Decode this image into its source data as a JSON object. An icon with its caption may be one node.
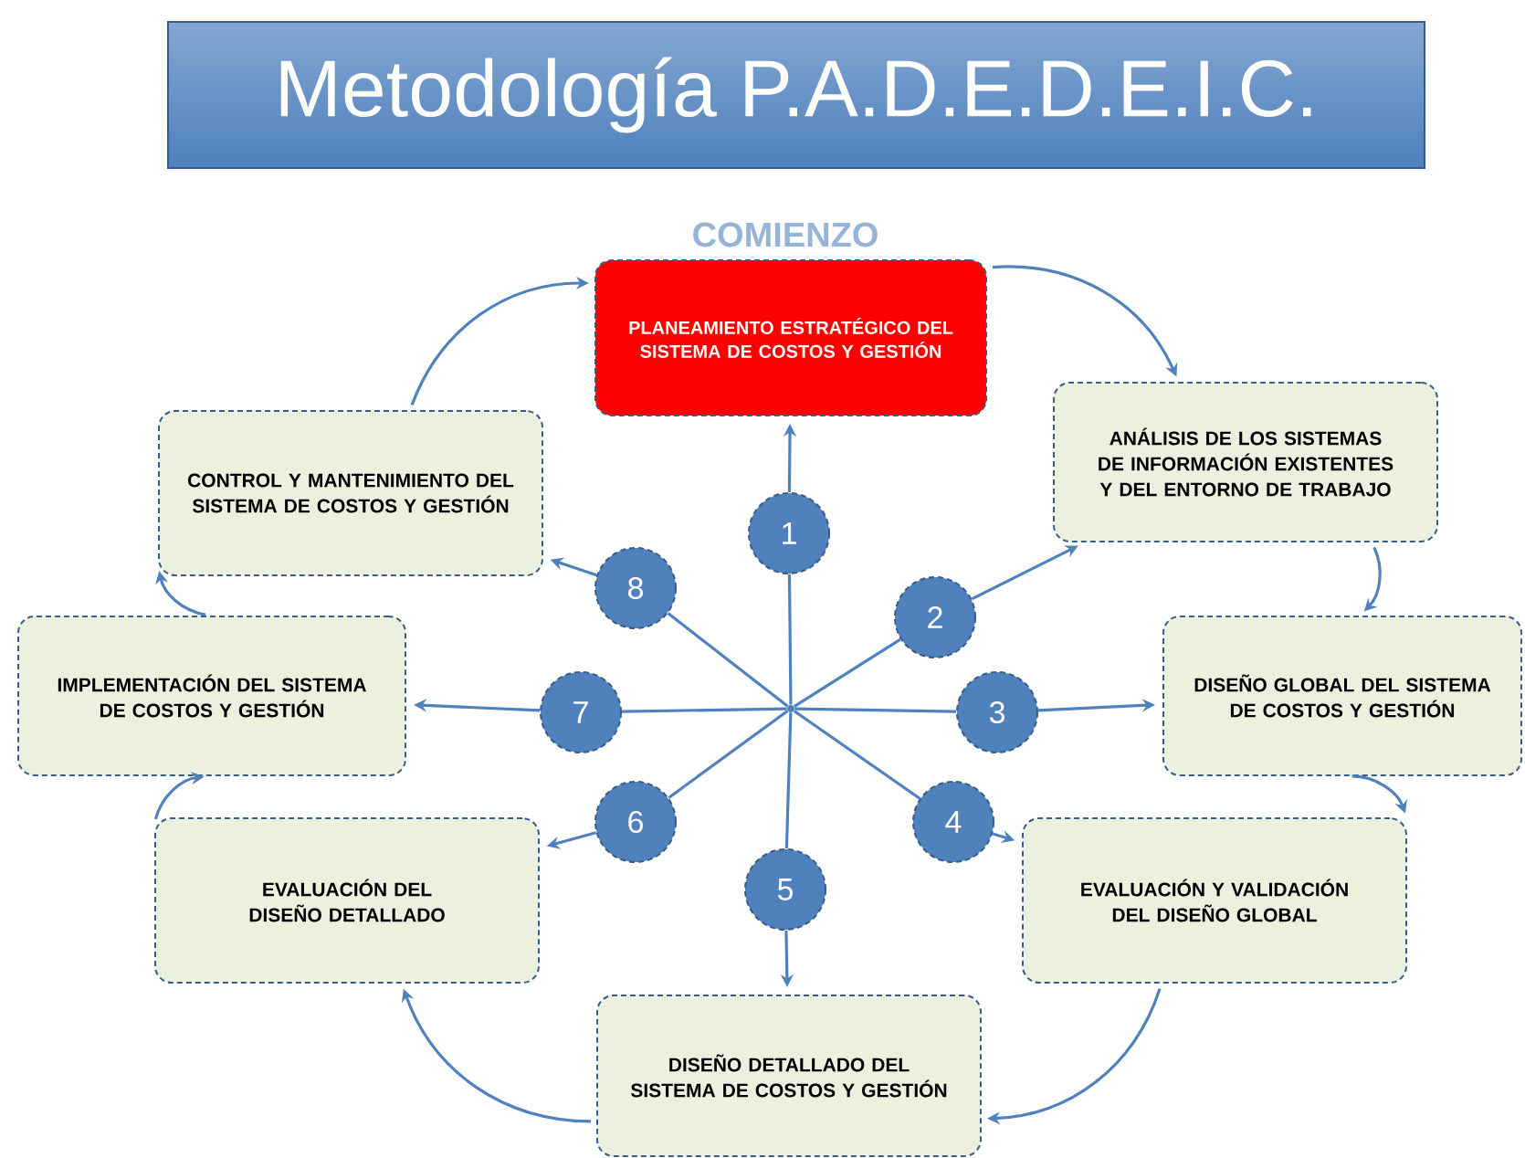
{
  "diagram": {
    "title": "Metodología P.A.D.E.D.E.I.C.",
    "nodes": [
      {
        "text": [
          "PLANEAMIENTO ESTRATÉGICO DEL SISTEMA DE COSTOS Y GESTIÓN"
        ],
        "beside": [
          "COMIENZO"
        ]
      },
      {
        "text": [
          "ANÁLISIS DE LOS SISTEMAS DE INFORMACIÓN EXISTENTES Y DEL ENTORNO DE TRABAJO"
        ]
      },
      {
        "text": [
          "DISEÑO GLOBAL DEL SISTEMA DE COSTOS Y GESTIÓN"
        ]
      },
      {
        "text": [
          "EVALUACIÓN Y VALIDACIÓN DEL DISEÑO GLOBAL"
        ]
      },
      {
        "text": [
          "DISEÑO DETALLADO DEL SISTEMA DE COSTOS Y GESTIÓN"
        ]
      },
      {
        "text": [
          "EVALUACIÓN DEL DISEÑO DETALLADO"
        ]
      },
      {
        "text": [
          "IMPLEMENTACIÓN DEL SISTEMA DE COSTOS Y GESTIÓN"
        ]
      },
      {
        "text": [
          "CONTROL Y MANTENIMIENTO DEL SISTEMA DE COSTOS Y GESTIÓN"
        ]
      },
      {
        "text": [
          "1"
        ]
      },
      {
        "text": [
          "2"
        ]
      },
      {
        "text": [
          "3"
        ]
      },
      {
        "text": [
          "4"
        ]
      },
      {
        "text": [
          "5"
        ]
      },
      {
        "text": [
          "6"
        ]
      },
      {
        "text": [
          "7"
        ]
      },
      {
        "text": [
          "8"
        ]
      },
      {
        "text": [],
        "shape": "circle"
      }
    ],
    "edges": [
      {
        "from": 8,
        "to": 0,
        "arrow": "to"
      },
      {
        "from": 9,
        "to": 1,
        "arrow": "to"
      },
      {
        "from": 10,
        "to": 2,
        "arrow": "to"
      },
      {
        "from": 11,
        "to": 3,
        "arrow": "to"
      },
      {
        "from": 12,
        "to": 4,
        "arrow": "to"
      },
      {
        "from": 13,
        "to": 5,
        "arrow": "to"
      },
      {
        "from": 14,
        "to": 6,
        "arrow": "to"
      },
      {
        "from": 15,
        "to": 7,
        "arrow": "to"
      },
      {
        "from": 0,
        "to": 1,
        "arrow": "to"
      },
      {
        "from": 1,
        "to": 2,
        "arrow": "to"
      },
      {
        "from": 2,
        "to": 3,
        "arrow": "to"
      },
      {
        "from": 3,
        "to": 4,
        "arrow": "to"
      },
      {
        "from": 4,
        "to": 5,
        "arrow": "to"
      },
      {
        "from": 5,
        "to": 6,
        "arrow": "to"
      },
      {
        "from": 6,
        "to": 7,
        "arrow": "to"
      },
      {
        "from": 7,
        "to": 0,
        "arrow": "to"
      },
      {
        "from": 16,
        "to": 8,
        "arrow": "none"
      },
      {
        "from": 16,
        "to": 9,
        "arrow": "none"
      },
      {
        "from": 16,
        "to": 10,
        "arrow": "none"
      },
      {
        "from": 16,
        "to": 11,
        "arrow": "none"
      },
      {
        "from": 16,
        "to": 12,
        "arrow": "none"
      },
      {
        "from": 16,
        "to": 13,
        "arrow": "none"
      },
      {
        "from": 16,
        "to": 14,
        "arrow": "none"
      },
      {
        "from": 16,
        "to": 15,
        "arrow": "none"
      }
    ]
  }
}
